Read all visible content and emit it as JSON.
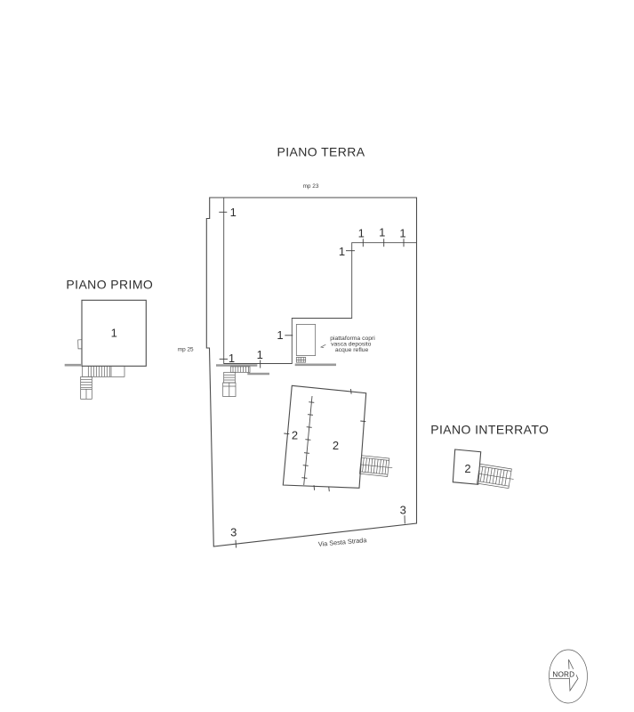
{
  "drawing": {
    "floors": {
      "terra": {
        "title": "PIANO TERRA",
        "ref_label": "mp 23"
      },
      "primo": {
        "title": "PIANO PRIMO",
        "ref_label": "mp 25"
      },
      "interrato": {
        "title": "PIANO INTERRATO"
      }
    },
    "street_label": "Via Sesta Strada",
    "north_label": "NORD",
    "platform_note": [
      "piattaforma copri",
      "vasca deposito",
      "acque reflue"
    ],
    "markers": {
      "sub1": "1",
      "sub2": "2",
      "sub3": "3"
    },
    "colors": {
      "line": "#4b4b4b",
      "wall_gray": "#9a9a9a",
      "text": "#2e2e2e",
      "background": "#ffffff"
    }
  }
}
